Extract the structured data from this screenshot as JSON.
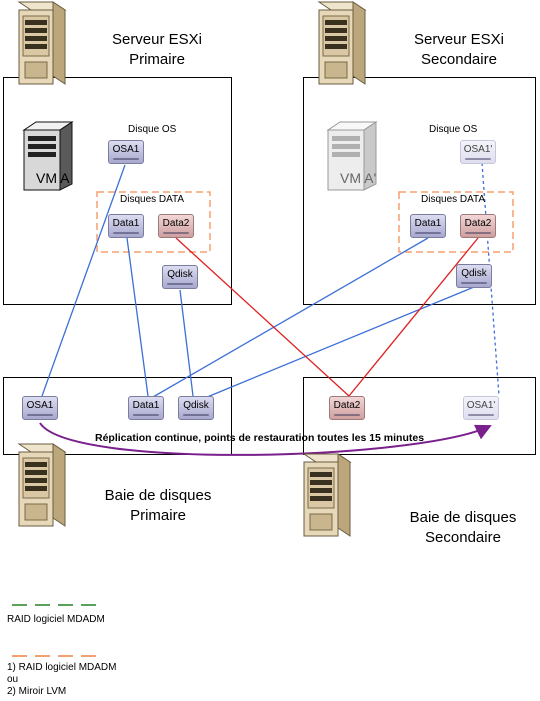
{
  "servers": {
    "primary_title_1": "Serveur ESXi",
    "primary_title_2": "Primaire",
    "secondary_title_1": "Serveur ESXi",
    "secondary_title_2": "Secondaire",
    "os_disk_label": "Disque OS",
    "data_disks_label": "Disques DATA",
    "vm_primary": "VM A",
    "vm_secondary": "VM A'"
  },
  "disks": {
    "osa1": "OSA1",
    "osa1_prime": "OSA1'",
    "data1": "Data1",
    "data2": "Data2",
    "qdisk": "Qdisk"
  },
  "arrays": {
    "primary_title_1": "Baie de disques",
    "primary_title_2": "Primaire",
    "secondary_title_1": "Baie de disques",
    "secondary_title_2": "Secondaire",
    "replication_text": "Réplication continue, points de restauration toutes les 15 minutes"
  },
  "legend": {
    "green_label": "RAID logiciel MDADM",
    "orange_line1": "1) RAID logiciel MDADM",
    "orange_line2": "ou",
    "orange_line3": "2) Miroir LVM"
  },
  "colors": {
    "link_blue": "#3c6fd8",
    "link_red": "#e02020",
    "replication_purple": "#7a1f8c",
    "dash_orange": "#f5a070",
    "dash_green": "#5aa05a"
  }
}
